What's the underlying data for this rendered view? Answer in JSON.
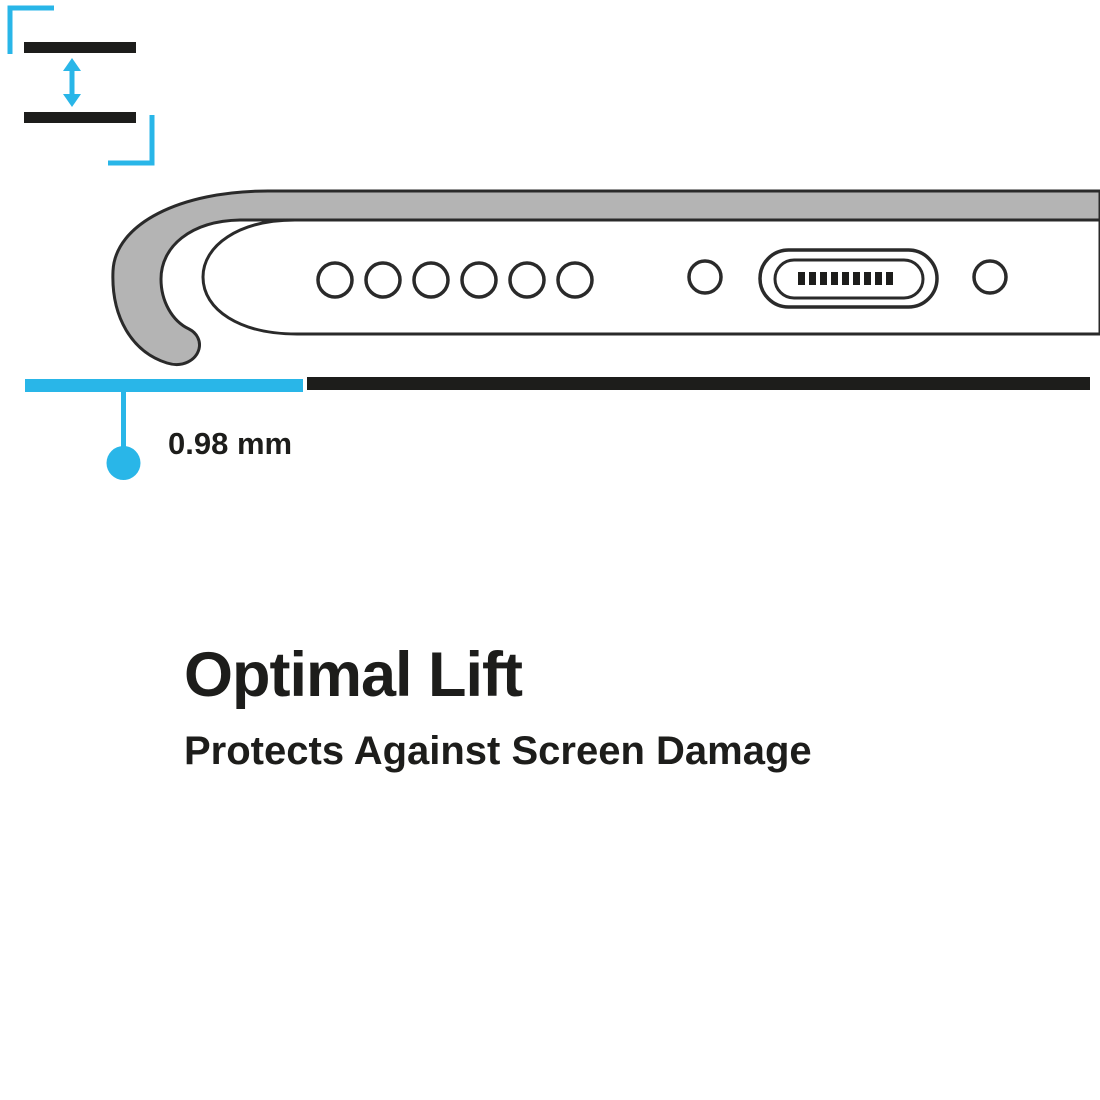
{
  "illustration": {
    "name": "phone-case-bottom-edge-cross-section",
    "measurement_label": "0.98 mm"
  },
  "feature": {
    "title": "Optimal Lift",
    "subtitle": "Protects Against Screen Damage"
  },
  "icons": {
    "lift_icon": "double-headed-vertical-arrow-between-two-surfaces",
    "speaker_holes": "six-speaker-holes",
    "charging_port": "usb-charging-port",
    "measurement_dot": "accent-measurement-dot"
  },
  "colors": {
    "accent": "#29b6e8",
    "ink": "#1d1d1b",
    "case-gray": "#b4b4b4",
    "outline": "#2a2a2a"
  }
}
